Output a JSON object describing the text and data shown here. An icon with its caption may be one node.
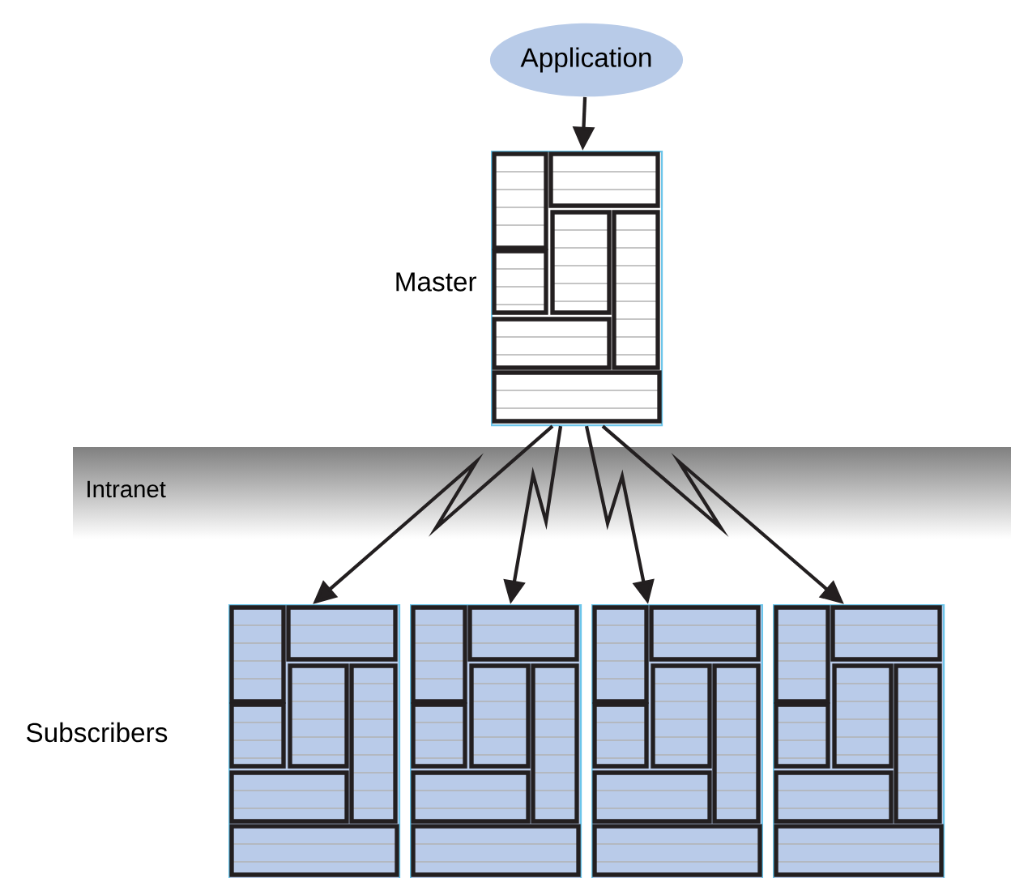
{
  "diagram": {
    "nodes": [
      {
        "text": [
          "Application"
        ]
      },
      {
        "text": [],
        "shape": "box",
        "beside": [
          "Master"
        ]
      },
      {
        "text": [],
        "shape": "box"
      },
      {
        "text": [],
        "shape": "box"
      },
      {
        "text": [],
        "shape": "box"
      },
      {
        "text": [],
        "shape": "box"
      }
    ],
    "edges": [
      {
        "from": 0,
        "to": 1,
        "arrow": "to"
      },
      {
        "from": 1,
        "to": 2,
        "arrow": "to"
      },
      {
        "from": 1,
        "to": 3,
        "arrow": "to"
      },
      {
        "from": 1,
        "to": 4,
        "arrow": "to"
      },
      {
        "from": 1,
        "to": 5,
        "arrow": "to"
      }
    ],
    "labels": [
      "Intranet",
      "Subscribers"
    ]
  }
}
